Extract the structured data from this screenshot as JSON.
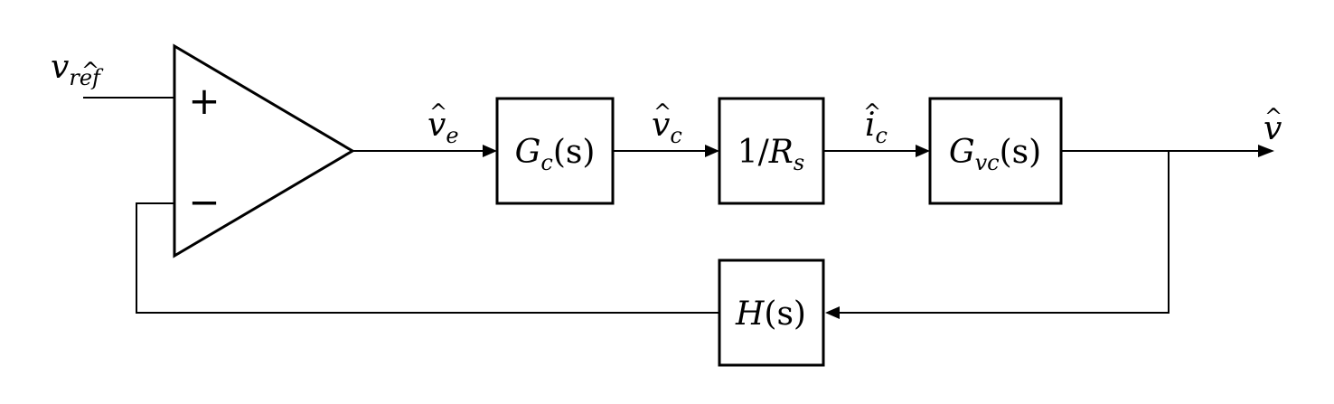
{
  "diagram": {
    "inputs": {
      "reference": {
        "main": "v",
        "sub": "ref"
      }
    },
    "summing_amplifier": {
      "plus_sign": "+",
      "minus_sign": "−"
    },
    "blocks": {
      "controller": {
        "main": "G",
        "sub": "c",
        "arg": "(s)"
      },
      "sense_resistor": {
        "prefix": "1/",
        "main": "R",
        "sub": "s"
      },
      "plant": {
        "main": "G",
        "sub": "vc",
        "arg": "(s)"
      },
      "feedback": {
        "main": "H",
        "arg": "(s)"
      }
    },
    "signals": {
      "error": {
        "main": "v",
        "sub": "e"
      },
      "control": {
        "main": "v",
        "sub": "c"
      },
      "current": {
        "main": "i",
        "sub": "c"
      },
      "output": {
        "main": "v"
      }
    },
    "hat_symbol": "^"
  }
}
